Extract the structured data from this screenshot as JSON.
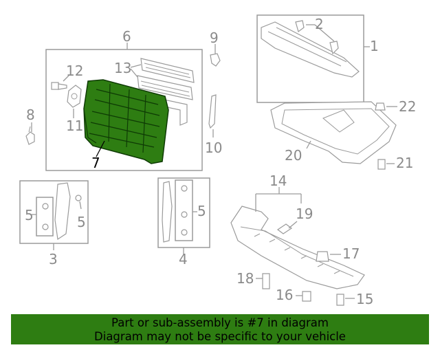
{
  "callouts": {
    "c1": "1",
    "c2": "2",
    "c3": "3",
    "c4": "4",
    "c5a": "5",
    "c5b": "5",
    "c5c": "5",
    "c6": "6",
    "c7": "7",
    "c8": "8",
    "c9": "9",
    "c10": "10",
    "c11": "11",
    "c12": "12",
    "c13": "13",
    "c14": "14",
    "c15": "15",
    "c16": "16",
    "c17": "17",
    "c18": "18",
    "c19": "19",
    "c20": "20",
    "c21": "21",
    "c22": "22"
  },
  "highlight_color": "#2e7d12",
  "banner": {
    "line1": "Part or sub-assembly is #7 in diagram",
    "line2": "Diagram may not be specific to your vehicle",
    "background": "#2e7d12"
  }
}
